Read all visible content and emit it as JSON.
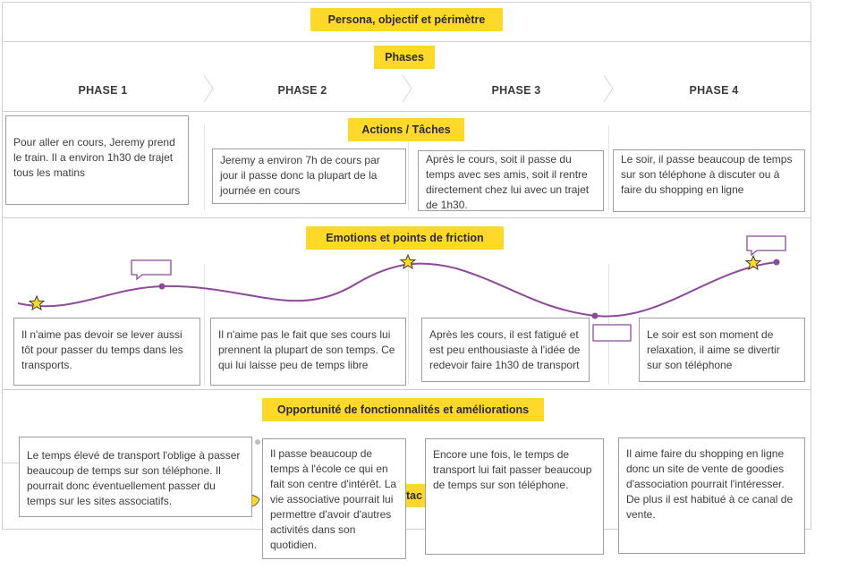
{
  "sections": {
    "persona": "Persona, objectif et périmètre",
    "phases": "Phases",
    "actions": "Actions / Tâches",
    "emotions": "Emotions et points de friction",
    "opportunities": "Opportunité de fonctionnalités et améliorations",
    "hidden_fragment": "tac"
  },
  "phases": [
    "PHASE 1",
    "PHASE 2",
    "PHASE 3",
    "PHASE 4"
  ],
  "actions": [
    "Pour aller en cours, Jeremy prend le train. Il a environ 1h30 de trajet tous les matins",
    "Jeremy a environ 7h de cours par jour il passe donc la plupart de la journée en cours",
    "Après le cours, soit il passe du temps avec ses amis, soit il rentre directement chez lui avec un trajet de 1h30.",
    "Le soir, il passe beaucoup de temps sur son téléphone à discuter ou à faire du shopping en ligne"
  ],
  "emotions": [
    "Il n'aime pas devoir se lever aussi tôt pour passer du temps dans les transports.",
    "Il n'aime pas le fait que ses cours lui prennent la plupart de son temps. Ce qui lui laisse peu de temps libre",
    "Après les cours, il est fatigué et est peu enthousiaste à l'idée de redevoir faire 1h30 de transport",
    "Le soir est son moment de relaxation, il aime se divertir sur son téléphone"
  ],
  "opportunities": [
    "Le temps élevé de transport l'oblige à passer beaucoup de temps sur son téléphone. Il pourrait donc éventuellement passer du temps sur les sites associatifs.",
    "Il passe beaucoup de temps à l'école ce qui en fait son centre d'intérêt. La vie associative pourrait lui permettre d'avoir d'autres activités dans son quotidien.",
    "Encore une fois, le temps de transport lui fait passer beaucoup de temps sur son téléphone.",
    "Il aime faire du shopping en ligne donc un site de vente de goodies d'association pourrait l'intéresser. De plus il est habitué à ce canal de vente."
  ],
  "colors": {
    "tag_yellow": "#ffd92a",
    "curve_purple": "#8e4a9a",
    "star_yellow": "#ffd92a"
  },
  "icons": [
    "star-icon",
    "speech-bubble-icon",
    "chevron-right-icon"
  ]
}
